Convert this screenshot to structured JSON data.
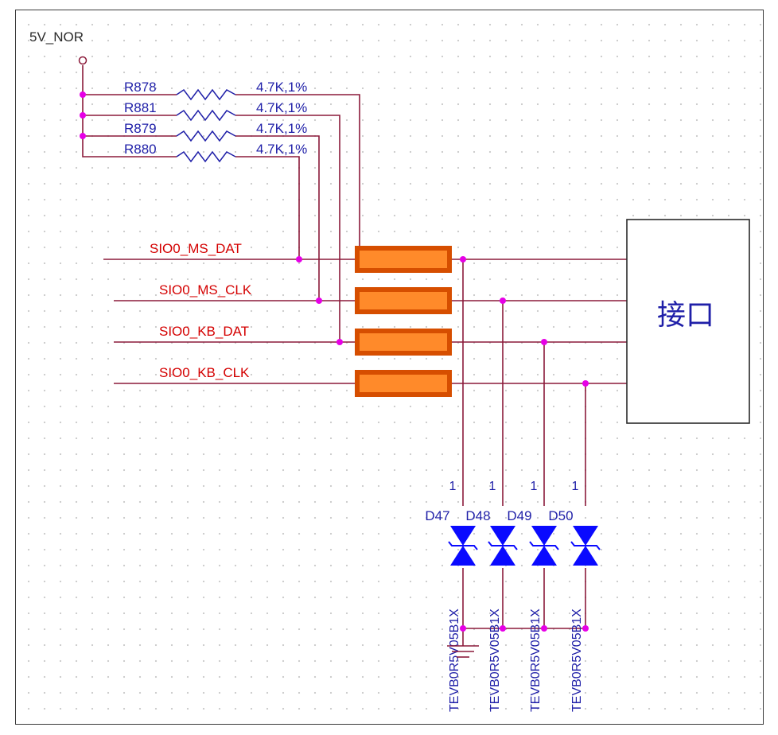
{
  "power": {
    "net_label": "5V_NOR"
  },
  "resistors": [
    {
      "ref": "R878",
      "value": "4.7K,1%"
    },
    {
      "ref": "R881",
      "value": "4.7K,1%"
    },
    {
      "ref": "R879",
      "value": "4.7K,1%"
    },
    {
      "ref": "R880",
      "value": "4.7K,1%"
    }
  ],
  "signals": [
    {
      "name": "SIO0_MS_DAT"
    },
    {
      "name": "SIO0_MS_CLK"
    },
    {
      "name": "SIO0_KB_DAT"
    },
    {
      "name": "SIO0_KB_CLK"
    }
  ],
  "connector": {
    "label": "接口"
  },
  "diodes": [
    {
      "ref": "D47",
      "pin": "1",
      "part": "TEVB0R5V05B1X"
    },
    {
      "ref": "D48",
      "pin": "1",
      "part": "TEVB0R5V05B1X"
    },
    {
      "ref": "D49",
      "pin": "1",
      "part": "TEVB0R5V05B1X"
    },
    {
      "ref": "D50",
      "pin": "1",
      "part": "TEVB0R5V05B1X"
    }
  ],
  "colors": {
    "wire": "#8b1a3a",
    "junction": "#e600e6",
    "signal_text": "#d40000",
    "component_text": "#1f1fa8",
    "diode_fill": "#0a0aff",
    "ferrite_fill": "#ff8a2a",
    "ferrite_border": "#d64e00"
  }
}
